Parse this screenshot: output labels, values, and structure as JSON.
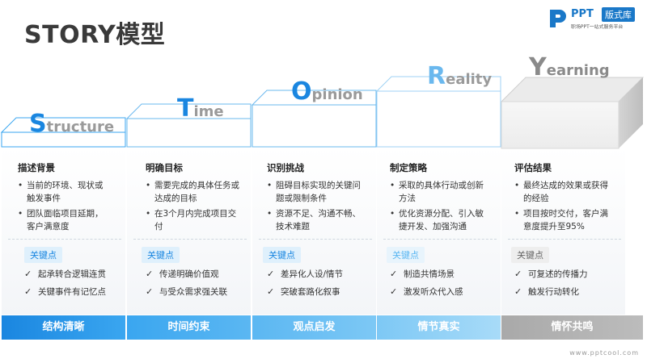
{
  "title": "STORY模型",
  "logo": {
    "brand": "PPT",
    "badge": "版式库",
    "tagline": "职场PPT一站式服务平台"
  },
  "colors": {
    "blue_dark": "#1a86e0",
    "blue_mid": "#3aa6f0",
    "blue_light": "#7dc8f5",
    "gray_bar": "#a9a9a9",
    "label_blue_bg": "#dff0fc",
    "label_blue_text": "#1a86e0",
    "label_gray_bg": "#eeeeee",
    "label_gray_text": "#666666"
  },
  "steps": [
    {
      "initial": "S",
      "rest": "tructure"
    },
    {
      "initial": "T",
      "rest": "ime"
    },
    {
      "initial": "O",
      "rest": "pinion"
    },
    {
      "initial": "R",
      "rest": "eality"
    },
    {
      "initial": "Y",
      "rest": "earning"
    }
  ],
  "columns": [
    {
      "heading": "描述背景",
      "bullets": [
        "当前的环境、现状或触发事件",
        "团队面临项目延期，客户满意度"
      ],
      "key_label": "关键点",
      "checks": [
        "起承转合逻辑连贯",
        "关键事件有记忆点"
      ],
      "bar": "结构清晰"
    },
    {
      "heading": "明确目标",
      "bullets": [
        "需要完成的具体任务或达成的目标",
        "在3个月内完成项目交付"
      ],
      "key_label": "关键点",
      "checks": [
        "传递明确价值观",
        "与受众需求强关联"
      ],
      "bar": "时间约束"
    },
    {
      "heading": "识别挑战",
      "bullets": [
        "阻碍目标实现的关键问题或限制条件",
        "资源不足、沟通不畅、技术难题"
      ],
      "key_label": "关键点",
      "checks": [
        "差异化人设/情节",
        "突破套路化叙事"
      ],
      "bar": "观点启发"
    },
    {
      "heading": "制定策略",
      "bullets": [
        "采取的具体行动或创新方法",
        "优化资源分配、引入敏捷开发、加强沟通"
      ],
      "key_label": "关键点",
      "checks": [
        "制造共情场景",
        "激发听众代入感"
      ],
      "bar": "情节真实"
    },
    {
      "heading": "评估结果",
      "bullets": [
        "最终达成的效果或获得的经验",
        "项目按时交付，客户满意度提升至95%"
      ],
      "key_label": "关键点",
      "checks": [
        "可复述的传播力",
        "触发行动转化"
      ],
      "bar": "情怀共鸣"
    }
  ],
  "footer_url": "www.pptcool.com"
}
